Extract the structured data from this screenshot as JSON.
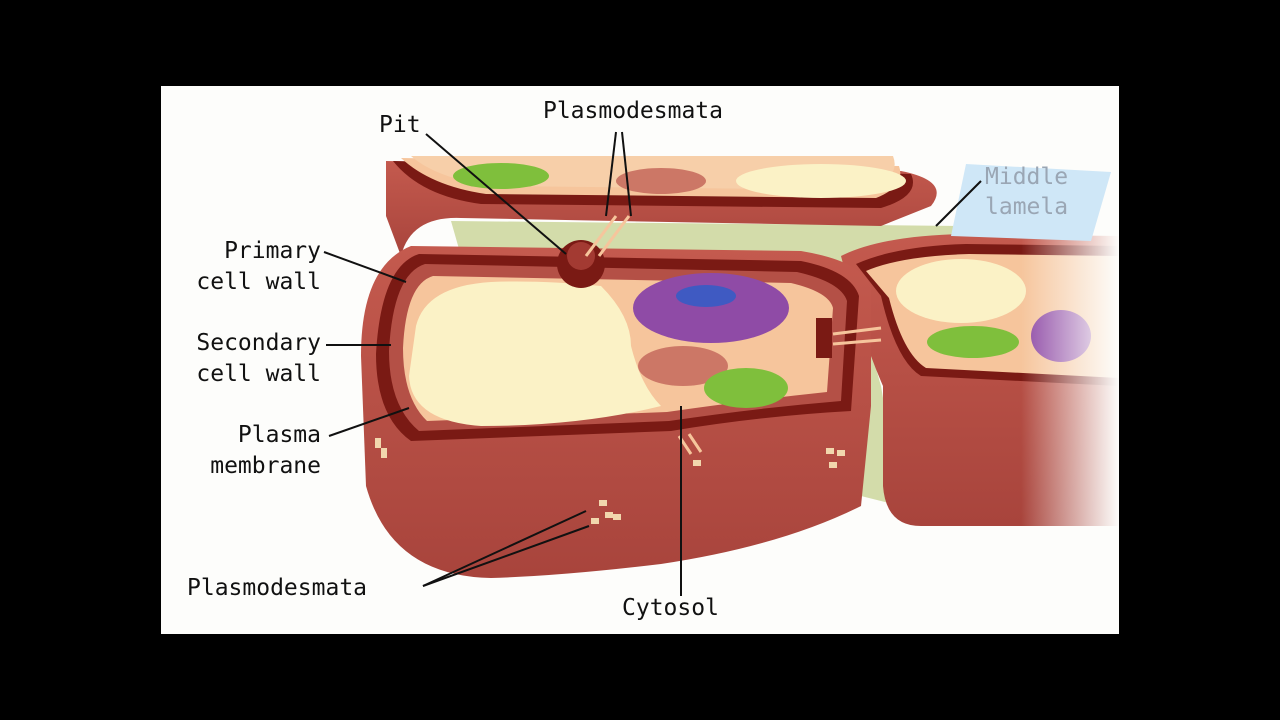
{
  "labels": {
    "pit": "Pit",
    "plasmodesmata_top": "Plasmodesmata",
    "primary_cell_wall_1": "Primary",
    "primary_cell_wall_2": "cell wall",
    "secondary_cell_wall_1": "Secondary",
    "secondary_cell_wall_2": "cell wall",
    "plasma_membrane_1": "Plasma",
    "plasma_membrane_2": "membrane",
    "plasmodesmata_bottom": "Plasmodesmata",
    "cytosol": "Cytosol",
    "middle_lamela_1": "Middle",
    "middle_lamela_2": "lamela"
  },
  "colors": {
    "background": "#000000",
    "panel": "#fdfdfb",
    "cell_wall": "#b94d44",
    "cell_wall_dark": "#7a1a14",
    "cytoplasm": "#f6c59c",
    "vacuole": "#fbf2c6",
    "nucleus": "#8f4ba6",
    "nucleolus": "#3f5ac2",
    "chloroplast": "#7fbf3c",
    "organelle": "#cc7766",
    "middle_lamella": "#d3dcaa",
    "middle_lamela_tag": "#cfe7f7"
  }
}
